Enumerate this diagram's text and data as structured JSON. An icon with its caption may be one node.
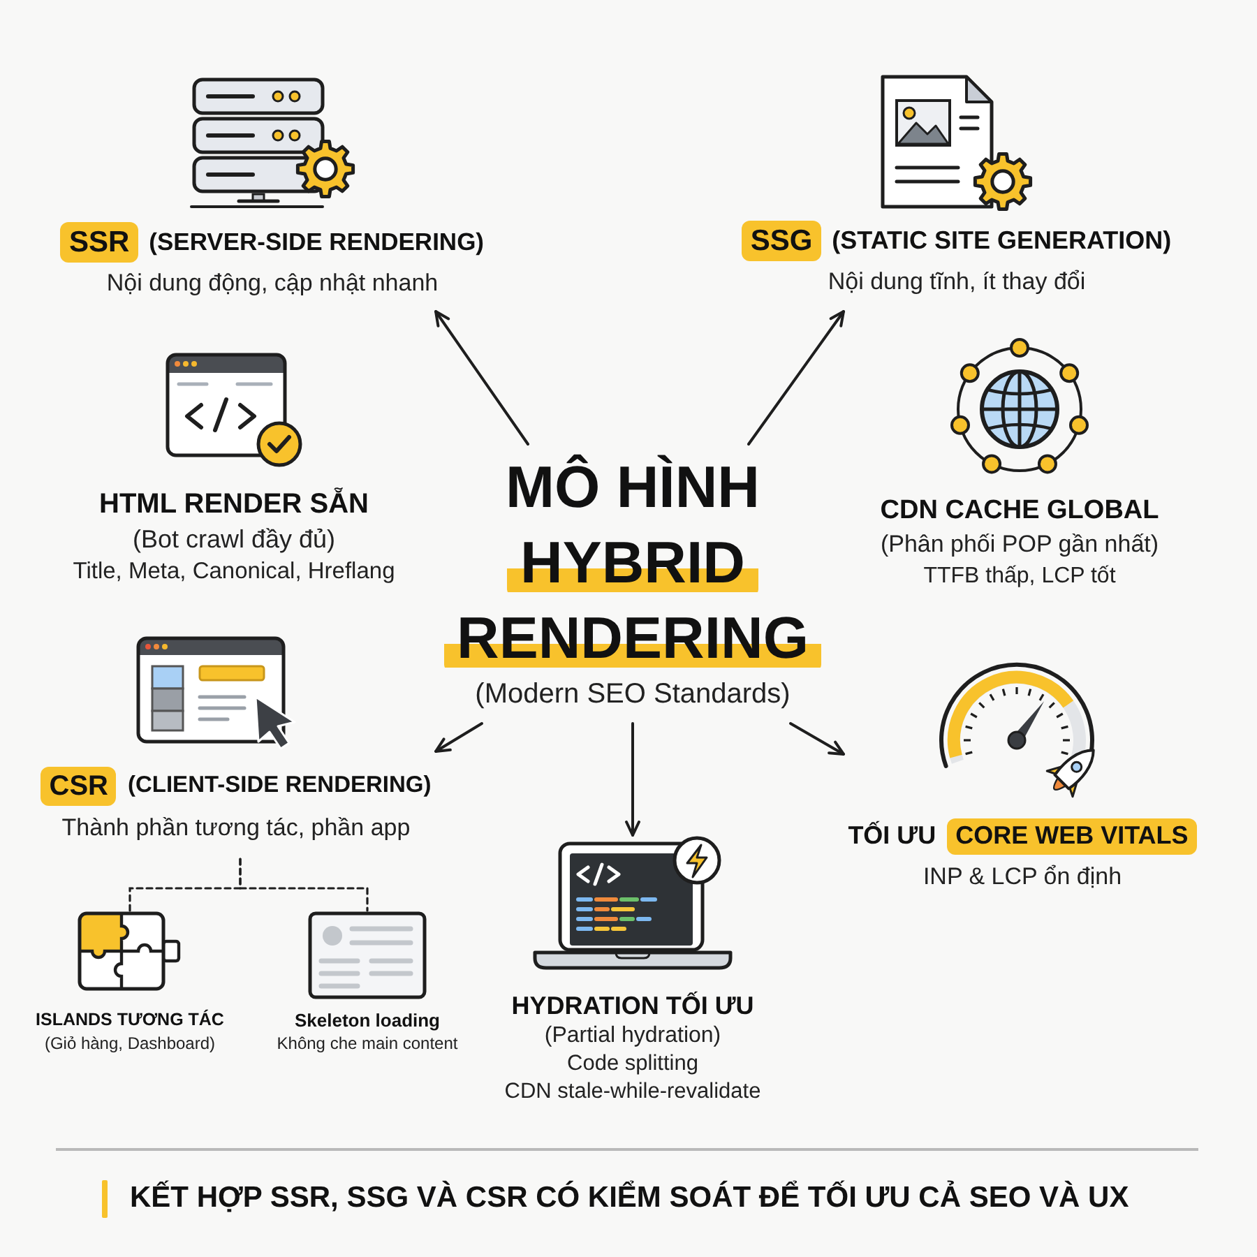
{
  "diagram": {
    "nodes": [
      {
        "text": [
          "SSR",
          "(SERVER-SIDE RENDERING)",
          "Nội dung động, cập nhật nhanh"
        ]
      },
      {
        "text": [
          "SSG",
          "(STATIC SITE GENERATION)",
          "Nội dung tĩnh, ít thay đổi"
        ]
      },
      {
        "text": [
          "HTML RENDER SẴN",
          "(Bot crawl đầy đủ)",
          "Title, Meta, Canonical, Hreflang"
        ]
      },
      {
        "text": [
          "MÔ HÌNH HYBRID RENDERING",
          "(Modern SEO Standards)"
        ]
      },
      {
        "text": [
          "CDN CACHE GLOBAL",
          "(Phân phối POP gần nhất)",
          "TTFB thấp, LCP tốt"
        ]
      },
      {
        "text": [
          "CSR",
          "(CLIENT-SIDE RENDERING)",
          "Thành phần tương tác, phần app"
        ]
      },
      {
        "text": [
          "TỐI ƯU",
          "CORE WEB VITALS",
          "INP & LCP ổn định"
        ]
      },
      {
        "text": [
          "HYDRATION TỐI ƯU",
          "(Partial hydration)",
          "Code splitting",
          "CDN stale-while-revalidate"
        ]
      },
      {
        "text": [
          "ISLANDS TƯƠNG TÁC",
          "(Giỏ hàng, Dashboard)"
        ]
      },
      {
        "text": [
          "Skeleton loading",
          "Không che main content"
        ]
      }
    ],
    "edges": [
      {
        "from": 3,
        "to": 0,
        "arrow": "to"
      },
      {
        "from": 3,
        "to": 1,
        "arrow": "to"
      },
      {
        "from": 3,
        "to": 5,
        "arrow": "to"
      },
      {
        "from": 3,
        "to": 6,
        "arrow": "to"
      },
      {
        "from": 3,
        "to": 7,
        "arrow": "to"
      },
      {
        "from": 5,
        "to": 8,
        "arrow": "none",
        "style": "dashed"
      },
      {
        "from": 5,
        "to": 9,
        "arrow": "none",
        "style": "dashed"
      }
    ],
    "caption": "KẾT HỢP SSR, SSG VÀ CSR CÓ KIỂM SOÁT ĐỂ TỐI ƯU CẢ SEO VÀ UX"
  }
}
